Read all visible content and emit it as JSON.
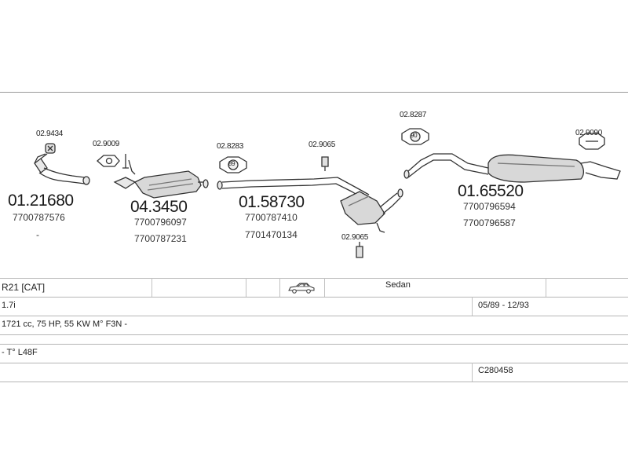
{
  "parts": [
    {
      "main": "01.21680",
      "oem": [
        "7700787576",
        "-"
      ]
    },
    {
      "main": "04.3450",
      "oem": [
        "7700796097",
        "7700787231"
      ]
    },
    {
      "main": "01.58730",
      "oem": [
        "7700787410",
        "7701470134"
      ]
    },
    {
      "main": "01.65520",
      "oem": [
        "7700796594",
        "7700796587"
      ]
    }
  ],
  "accessories": [
    "02.9434",
    "02.9009",
    "02.8283",
    "02.9065",
    "02.8287",
    "02.9090",
    "02.9065"
  ],
  "clamp_marks": [
    "89",
    "90"
  ],
  "table": {
    "model": "R21  [CAT]",
    "body_type": "Sedan",
    "engine": "1.7i",
    "years": "05/89 - 12/93",
    "specs": "1721 cc, 75 HP, 55 KW M° F3N -",
    "gearbox": "- T° L48F",
    "catalog_code": "C280458"
  }
}
